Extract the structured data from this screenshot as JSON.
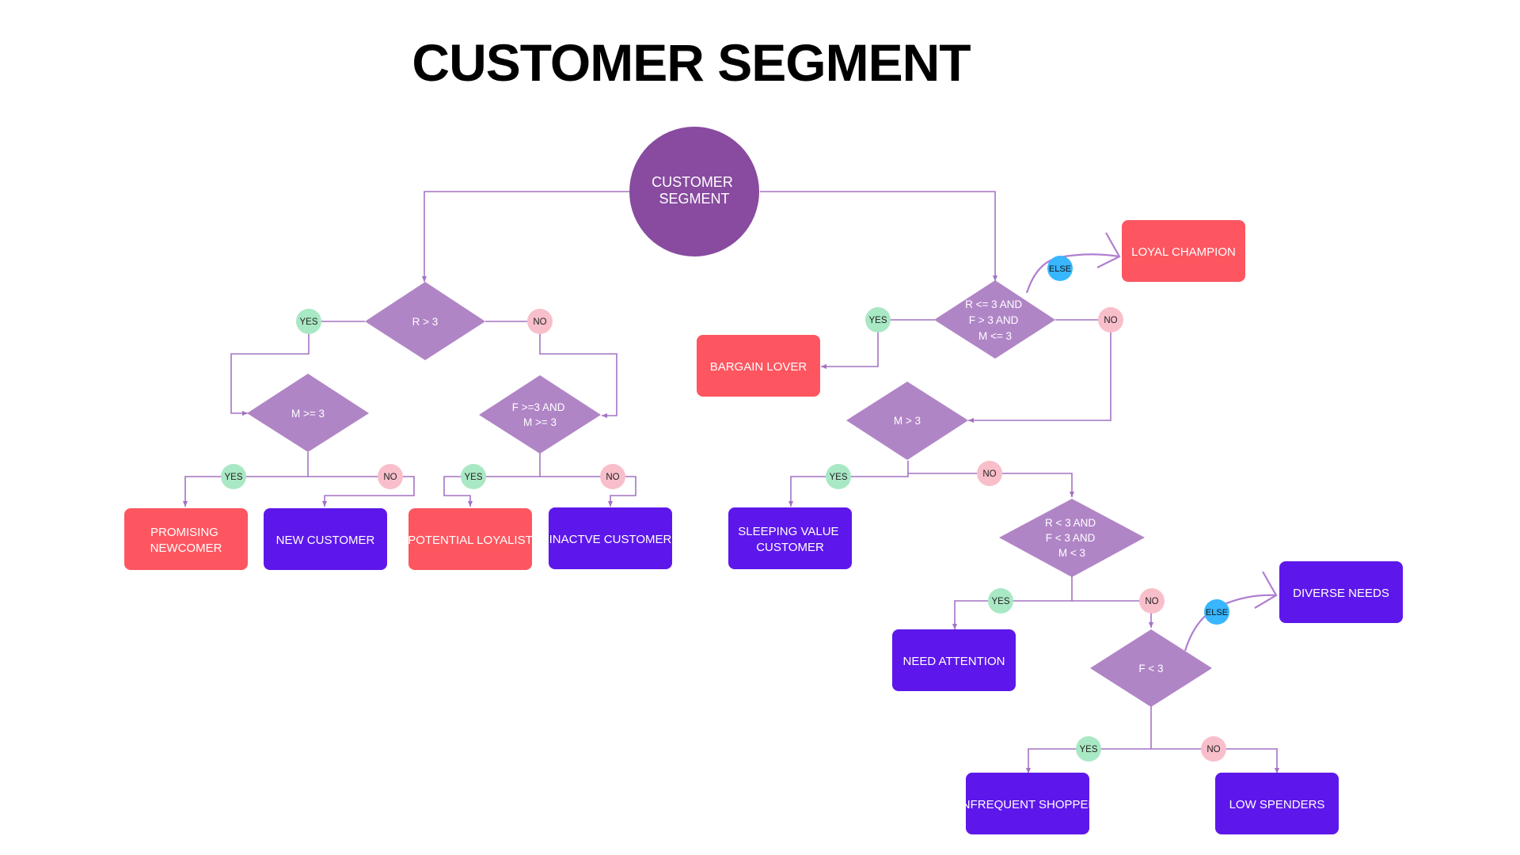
{
  "title": "CUSTOMER SEGMENT",
  "colors": {
    "root": "#884ba0",
    "decision": "#b085c6",
    "segment_red": "#fd5660",
    "segment_purple": "#5d17ea",
    "edge": "#a373c4",
    "badge_yes": "#a9e8c4",
    "badge_no": "#f8bfcb",
    "badge_else": "#38b6ff"
  },
  "root": {
    "lines": [
      "CUSTOMER",
      "SEGMENT"
    ]
  },
  "decisions": {
    "r_gt_3": {
      "lines": [
        "R > 3"
      ]
    },
    "m_ge_3": {
      "lines": [
        "M >= 3"
      ]
    },
    "f_ge_3_and_m_ge_3": {
      "lines": [
        "F >=3 AND",
        "M >= 3"
      ]
    },
    "r_le_3_f_gt_3_m_le_3": {
      "lines": [
        "R <= 3 AND",
        "F > 3 AND",
        "M <= 3"
      ]
    },
    "m_gt_3": {
      "lines": [
        "M  > 3"
      ]
    },
    "r_lt_3_f_lt_3_m_lt_3": {
      "lines": [
        "R < 3 AND",
        "F < 3 AND",
        "M < 3"
      ]
    },
    "f_lt_3": {
      "lines": [
        "F  < 3"
      ]
    }
  },
  "segments": {
    "promising_newcomer": {
      "lines": [
        "PROMISING",
        "NEWCOMER"
      ],
      "color": "red"
    },
    "new_customer": {
      "lines": [
        "NEW CUSTOMER"
      ],
      "color": "purple"
    },
    "potential_loyalist": {
      "lines": [
        "POTENTIAL LOYALIST"
      ],
      "color": "red"
    },
    "inactive_customer": {
      "lines": [
        "INACTVE CUSTOMER"
      ],
      "color": "purple"
    },
    "loyal_champion": {
      "lines": [
        "LOYAL CHAMPION"
      ],
      "color": "red"
    },
    "bargain_lover": {
      "lines": [
        "BARGAIN LOVER"
      ],
      "color": "red"
    },
    "sleeping_value_customer": {
      "lines": [
        "SLEEPING VALUE",
        "CUSTOMER"
      ],
      "color": "purple"
    },
    "diverse_needs": {
      "lines": [
        "DIVERSE NEEDS"
      ],
      "color": "purple"
    },
    "need_attention": {
      "lines": [
        "NEED ATTENTION"
      ],
      "color": "purple"
    },
    "infrequent_shopper": {
      "lines": [
        "INFREQUENT SHOPPER"
      ],
      "color": "purple"
    },
    "low_spenders": {
      "lines": [
        "LOW SPENDERS"
      ],
      "color": "purple"
    }
  },
  "badges": {
    "yes": "YES",
    "no": "NO",
    "else": "ELSE"
  }
}
